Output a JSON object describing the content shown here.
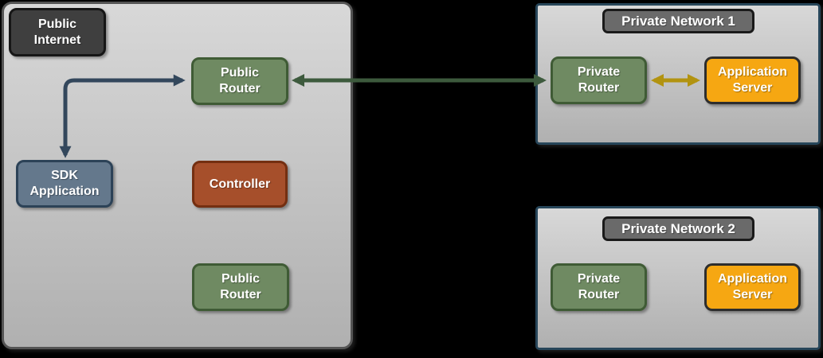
{
  "colors": {
    "background": "#000000",
    "zone_fill_top": "#d8d8d8",
    "zone_fill_bottom": "#b0b0b0",
    "public_zone_border": "#545454",
    "private_zone_border": "#27465a",
    "dark_label_fill": "#3f3f3f",
    "dark_label_border": "#161616",
    "network_title_fill": "#6a6a6a",
    "network_title_border": "#1a1a1a",
    "router_fill": "#6f8a62",
    "router_border": "#3f5b35",
    "sdk_fill": "#64788c",
    "sdk_border": "#2c4257",
    "controller_fill": "#a64f2b",
    "controller_border": "#742f11",
    "server_fill": "#f6a712",
    "server_border": "#2d2d2d",
    "arrow_blue": "#33475c",
    "arrow_green": "#3d5a3d",
    "arrow_yellow": "#b29310"
  },
  "zones": {
    "public_internet": {
      "label": "Public\nInternet",
      "nodes": {
        "public_router_top": "Public\nRouter",
        "sdk_application": "SDK\nApplication",
        "controller": "Controller",
        "public_router_bottom": "Public\nRouter"
      }
    },
    "private_network_1": {
      "title": "Private Network 1",
      "nodes": {
        "private_router": "Private\nRouter",
        "application_server": "Application\nServer"
      }
    },
    "private_network_2": {
      "title": "Private Network 2",
      "nodes": {
        "private_router": "Private\nRouter",
        "application_server": "Application\nServer"
      }
    }
  },
  "edges": [
    {
      "from": "sdk_application",
      "to": "public_router_top",
      "style": "bidirectional-elbow",
      "color": "#33475c"
    },
    {
      "from": "public_router_top",
      "to": "private_network_1.private_router",
      "style": "bidirectional",
      "color": "#3d5a3d"
    },
    {
      "from": "private_network_1.private_router",
      "to": "private_network_1.application_server",
      "style": "bidirectional",
      "color": "#b29310"
    }
  ]
}
